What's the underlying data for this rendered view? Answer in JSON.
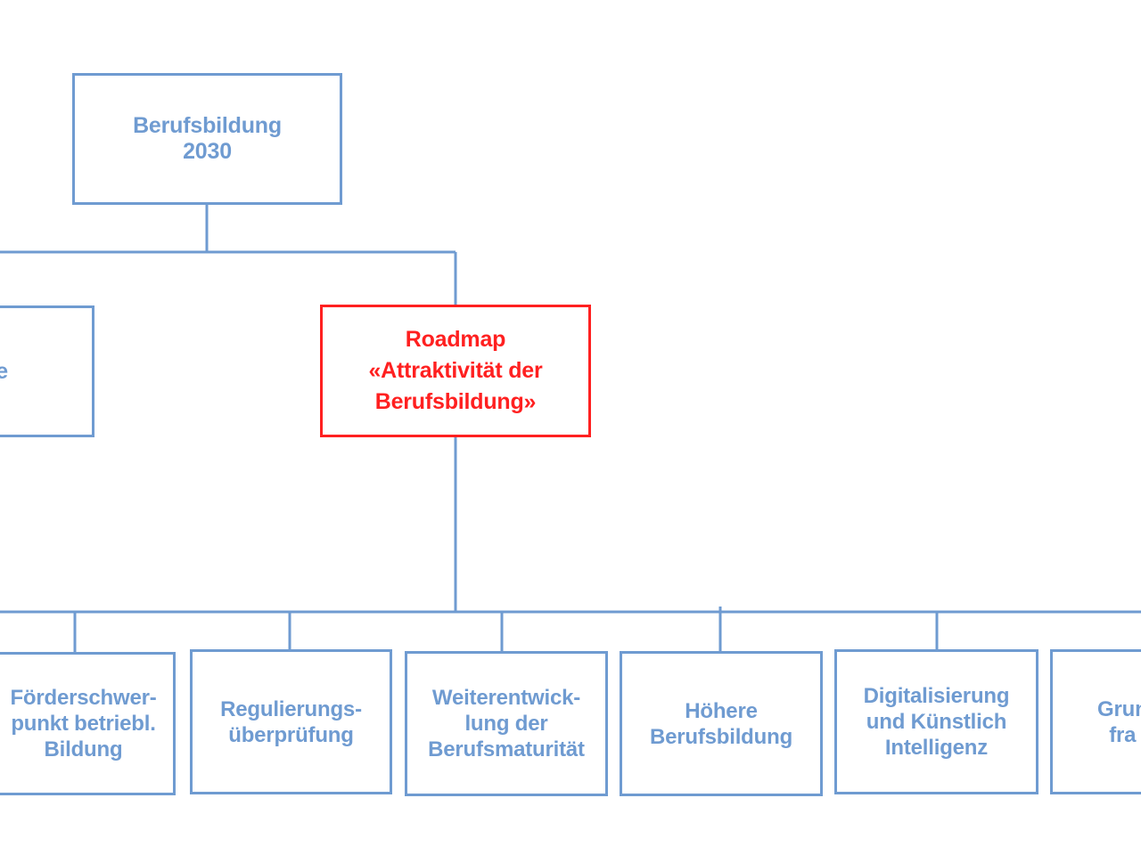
{
  "diagram": {
    "colors": {
      "line": "#6f9bd1",
      "highlight": "#ff2020"
    },
    "root": {
      "label": "Berufsbildung\n2030"
    },
    "partial_left": {
      "label": "e"
    },
    "roadmap": {
      "label": "Roadmap\n«Attraktivität der\nBerufsbildung»"
    },
    "children": [
      {
        "label": "Förderschwer-\npunkt betriebl.\nBildung"
      },
      {
        "label": "Regulierungs-\nüberprüfung"
      },
      {
        "label": "Weiterentwick-\nlung der\nBerufsmaturität"
      },
      {
        "label": "Höhere\nBerufsbildung"
      },
      {
        "label": "Digitalisierung\nund Künstlich\nIntelligenz"
      },
      {
        "label": "Grun\nfra"
      }
    ]
  }
}
